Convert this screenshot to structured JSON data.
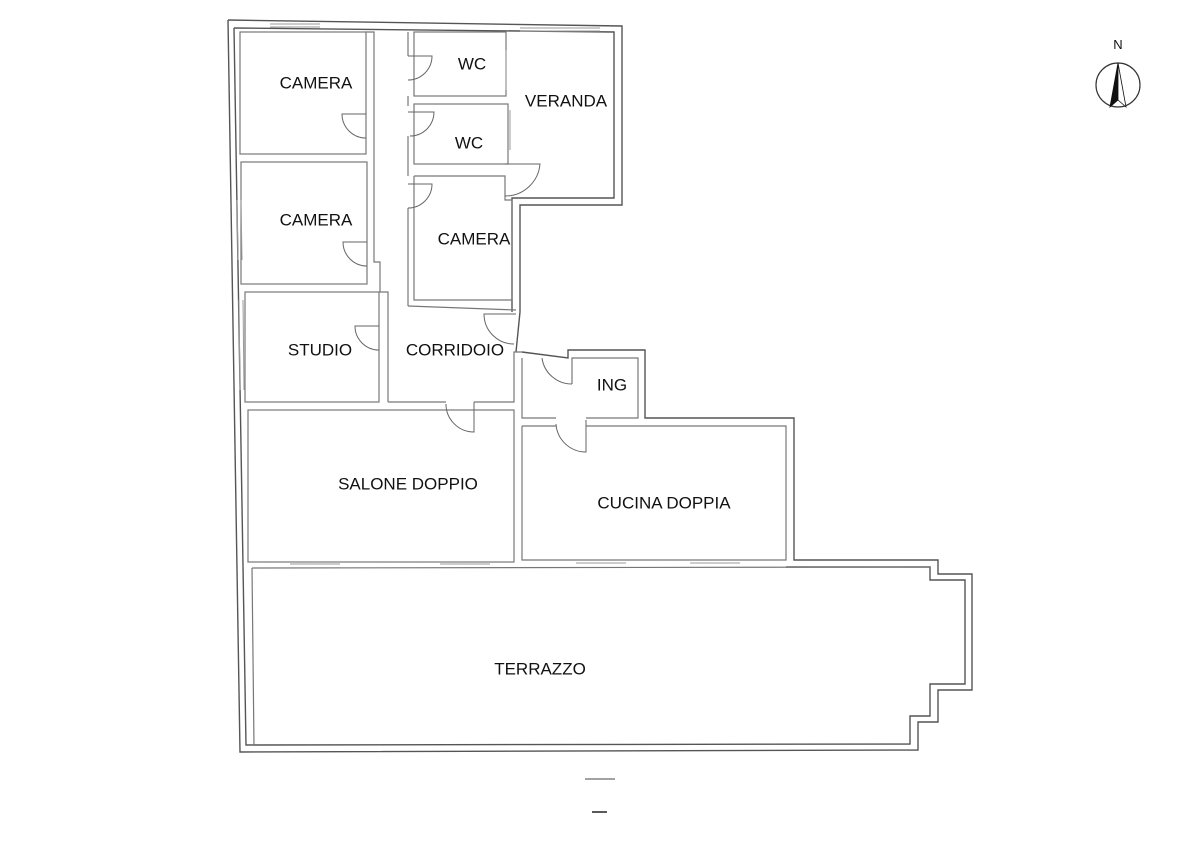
{
  "plan": {
    "rooms": [
      {
        "key": "camera_1",
        "label": "CAMERA"
      },
      {
        "key": "camera_2",
        "label": "CAMERA"
      },
      {
        "key": "camera_3",
        "label": "CAMERA"
      },
      {
        "key": "wc_1",
        "label": "WC"
      },
      {
        "key": "wc_2",
        "label": "WC"
      },
      {
        "key": "veranda",
        "label": "VERANDA"
      },
      {
        "key": "studio",
        "label": "STUDIO"
      },
      {
        "key": "corridoio",
        "label": "CORRIDOIO"
      },
      {
        "key": "ing",
        "label": "ING"
      },
      {
        "key": "salone",
        "label": "SALONE DOPPIO"
      },
      {
        "key": "cucina",
        "label": "CUCINA DOPPIA"
      },
      {
        "key": "terrazzo",
        "label": "TERRAZZO"
      }
    ],
    "compass": {
      "label": "N"
    }
  }
}
